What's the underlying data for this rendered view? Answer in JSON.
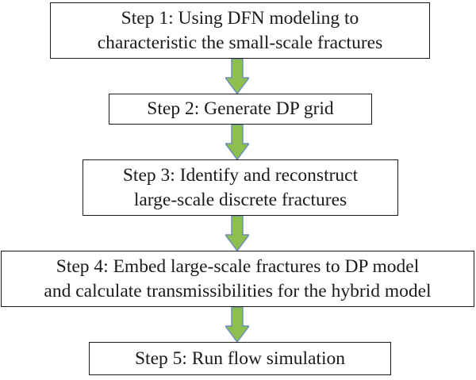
{
  "flowchart": {
    "steps": [
      {
        "lines": [
          "Step 1: Using DFN modeling to",
          "characteristic the small-scale fractures"
        ]
      },
      {
        "lines": [
          "Step 2: Generate DP grid"
        ]
      },
      {
        "lines": [
          "Step 3: Identify and reconstruct",
          "large-scale discrete fractures"
        ]
      },
      {
        "lines": [
          "Step 4: Embed large-scale fractures to DP model",
          "and calculate transmissibilities for the hybrid model"
        ]
      },
      {
        "lines": [
          "Step 5: Run flow simulation"
        ]
      }
    ],
    "colors": {
      "arrow_fill": "#8cbf4e",
      "arrow_stroke": "#6e8fb8",
      "box_border": "#1a1a1a"
    }
  }
}
